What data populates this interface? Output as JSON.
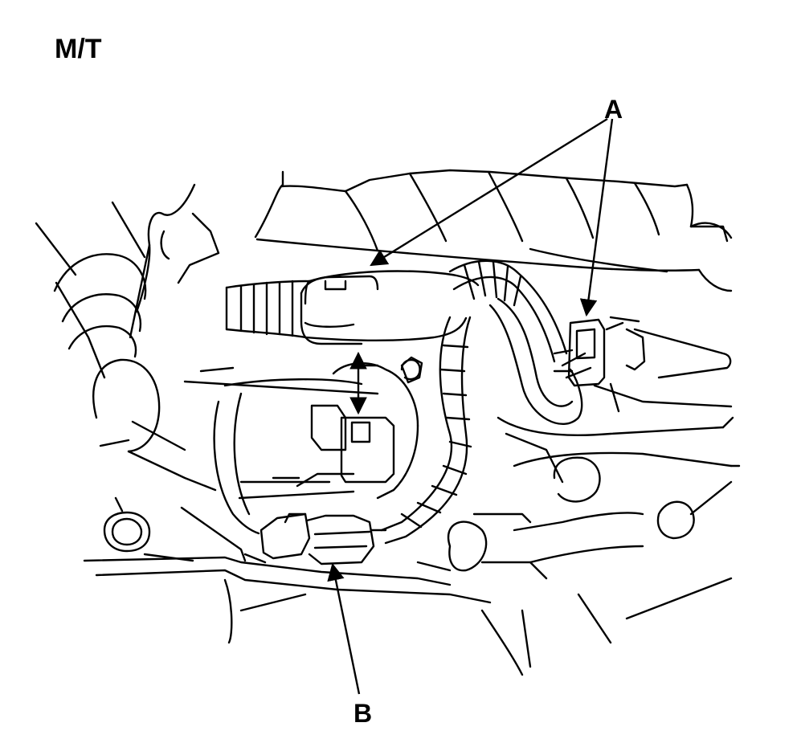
{
  "diagram": {
    "title": "M/T",
    "callouts": {
      "a": "A",
      "b": "B"
    },
    "colors": {
      "ink": "#000000",
      "paper": "#ffffff"
    }
  }
}
